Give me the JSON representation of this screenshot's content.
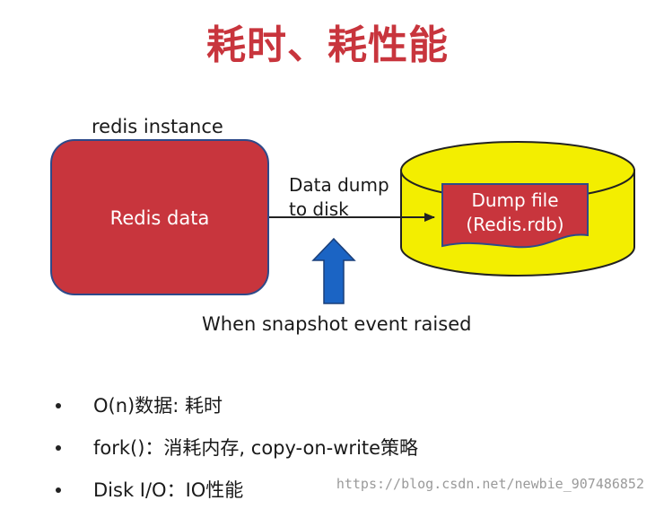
{
  "title": "耗时、耗性能",
  "diagram": {
    "instance_caption": "redis instance",
    "redis_box_label": "Redis data",
    "arrow_label_line1": "Data dump",
    "arrow_label_line2": "to disk",
    "file_label_line1": "Dump file",
    "file_label_line2": "(Redis.rdb)",
    "trigger_label": "When snapshot event raised"
  },
  "bullets": [
    "O(n)数据: 耗时",
    "fork()：消耗内存, copy-on-write策略",
    "Disk I/O：IO性能"
  ],
  "watermark": "https://blog.csdn.net/newbie_907486852",
  "colors": {
    "title": "#c8353d",
    "redis_box_fill": "#c8353d",
    "redis_box_stroke": "#2e4a8a",
    "disk_fill": "#f3ee00",
    "up_arrow": "#1b64c4"
  }
}
